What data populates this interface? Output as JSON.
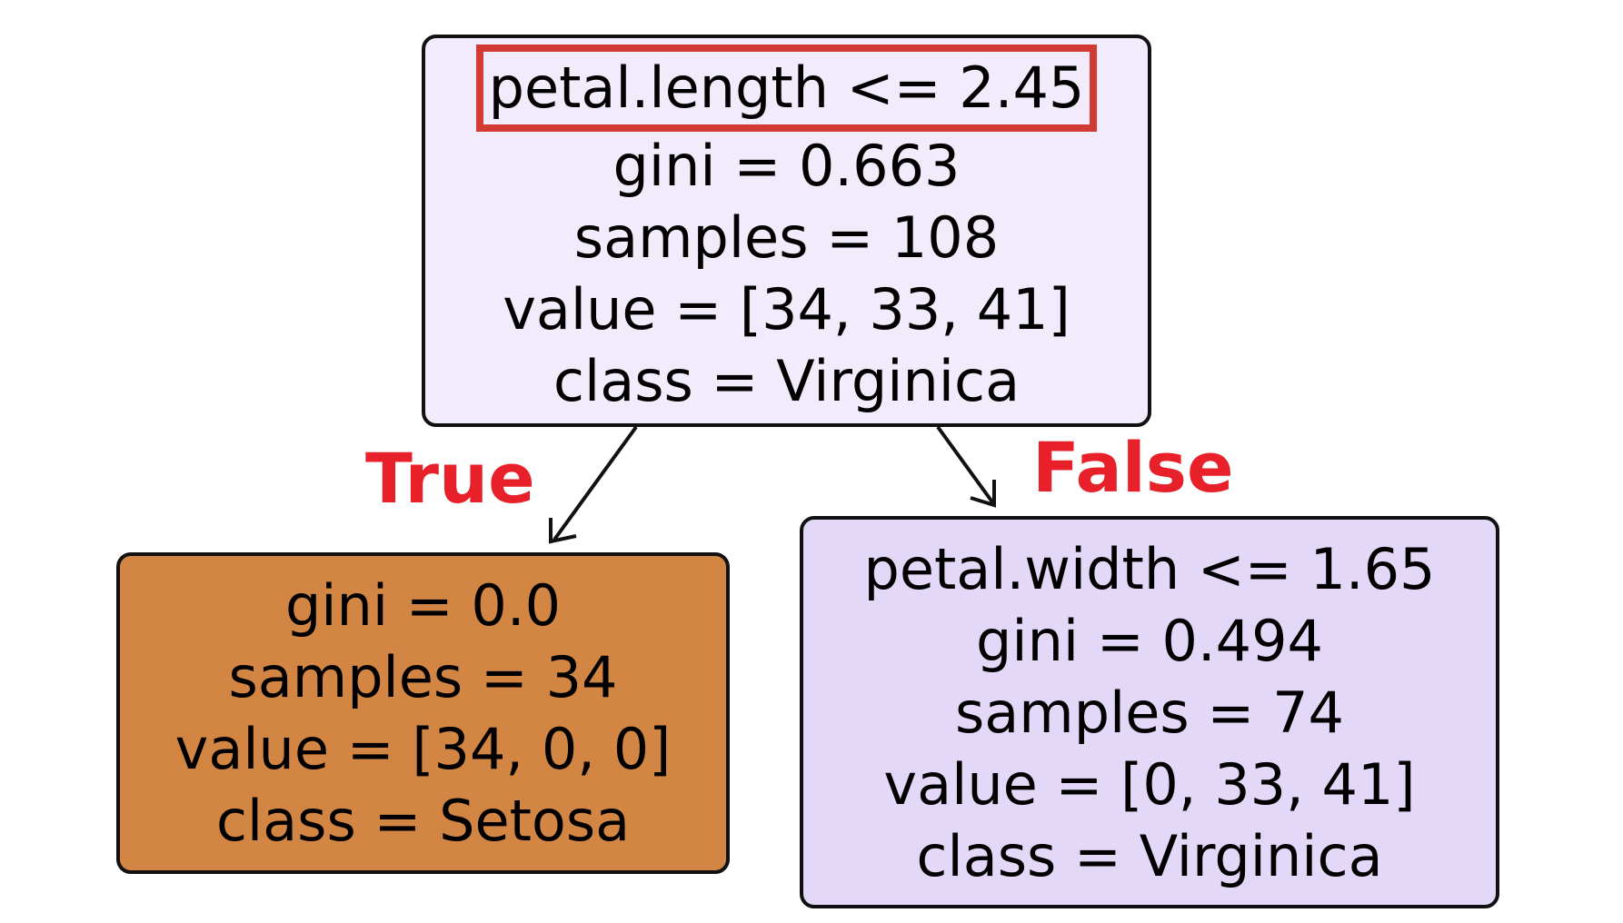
{
  "nodes": {
    "root": {
      "split": "petal.length <= 2.45",
      "gini": "gini = 0.663",
      "samples": "samples = 108",
      "value": "value = [34, 33, 41]",
      "class": "class = Virginica",
      "fill": "#f1ebfc"
    },
    "left": {
      "gini": "gini = 0.0",
      "samples": "samples = 34",
      "value": "value = [34, 0, 0]",
      "class": "class = Setosa",
      "fill": "#d38544"
    },
    "right": {
      "split": "petal.width <= 1.65",
      "gini": "gini = 0.494",
      "samples": "samples = 74",
      "value": "value = [0, 33, 41]",
      "class": "class = Virginica",
      "fill": "#e3d8f7"
    }
  },
  "edge_labels": {
    "true": "True",
    "false": "False"
  },
  "colors": {
    "highlight": "#d13b34",
    "edge_label": "#e8202a",
    "border": "#111111",
    "edge": "#111111"
  }
}
